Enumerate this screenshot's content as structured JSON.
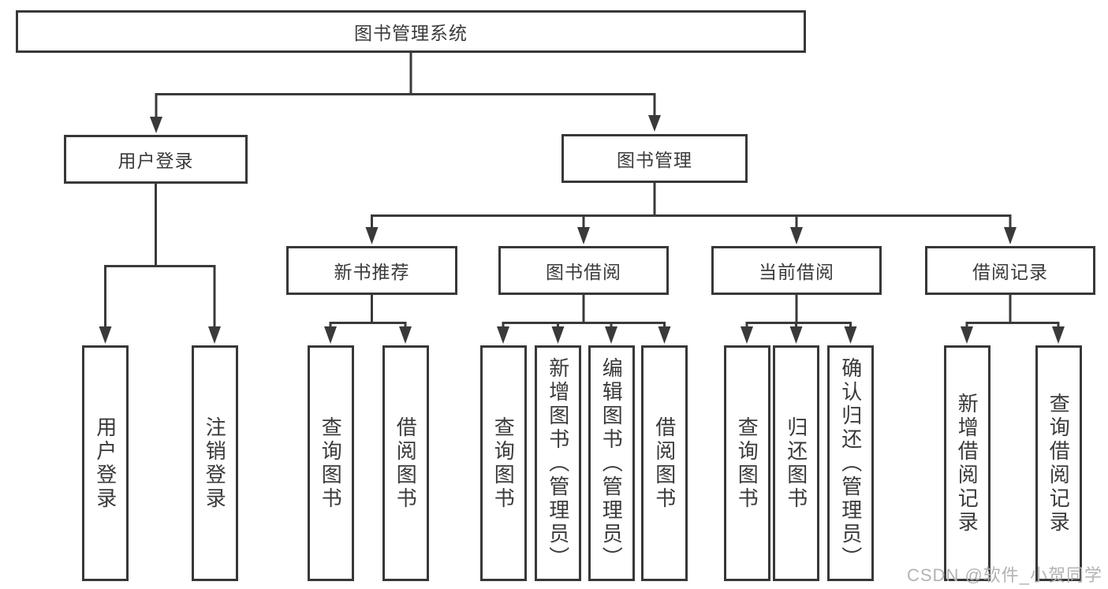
{
  "diagram": {
    "root": {
      "label": "图书管理系统"
    },
    "branches": {
      "userLogin": {
        "label": "用户登录",
        "children": [
          "用户登录",
          "注销登录"
        ]
      },
      "bookManagement": {
        "label": "图书管理"
      }
    },
    "modules": {
      "newBookRecommend": {
        "label": "新书推荐",
        "children": [
          "查询图书",
          "借阅图书"
        ]
      },
      "bookBorrow": {
        "label": "图书借阅",
        "children": [
          "查询图书",
          "新增图书（管理员）",
          "编辑图书（管理员）",
          "借阅图书"
        ]
      },
      "currentBorrow": {
        "label": "当前借阅",
        "children": [
          "查询图书",
          "归还图书",
          "确认归还（管理员）"
        ]
      },
      "borrowRecords": {
        "label": "借阅记录",
        "children": [
          "新增借阅记录",
          "查询借阅记录"
        ]
      }
    },
    "watermark": "CSDN @软件_小贺同学",
    "colors": {
      "line": "#3a3a3a",
      "text": "#3a3a3a",
      "box_background": "#ffffff",
      "watermark": "#b3b3b3",
      "background": "#ffffff"
    }
  }
}
